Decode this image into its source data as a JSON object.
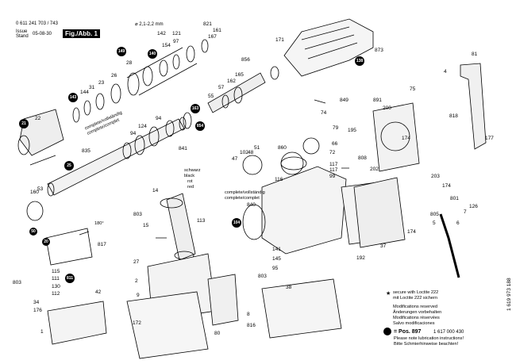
{
  "header": {
    "part_number": "0 611 241 703 / 743",
    "issue_label": "Issue",
    "stand_label": "Stand",
    "date": "05-08-30",
    "figure_label": "Fig./Abb. 1"
  },
  "clamp_range": "⌀ 2,1-2,2 mm",
  "labels": [
    {
      "id": "821",
      "text": "821"
    },
    {
      "id": "142",
      "text": "142"
    },
    {
      "id": "121",
      "text": "121"
    },
    {
      "id": "161",
      "text": "161"
    },
    {
      "id": "167",
      "text": "167"
    },
    {
      "id": "97",
      "text": "97"
    },
    {
      "id": "154",
      "text": "154"
    },
    {
      "id": "28",
      "text": "28"
    },
    {
      "id": "26",
      "text": "26"
    },
    {
      "id": "23",
      "text": "23"
    },
    {
      "id": "31",
      "text": "31"
    },
    {
      "id": "144",
      "text": "144"
    },
    {
      "id": "22",
      "text": "22"
    },
    {
      "id": "835",
      "text": "835"
    },
    {
      "id": "94a",
      "text": "94"
    },
    {
      "id": "124",
      "text": "124"
    },
    {
      "id": "94b",
      "text": "94"
    },
    {
      "id": "856",
      "text": "856"
    },
    {
      "id": "165",
      "text": "165"
    },
    {
      "id": "162",
      "text": "162"
    },
    {
      "id": "57",
      "text": "57"
    },
    {
      "id": "55",
      "text": "55"
    },
    {
      "id": "841",
      "text": "841"
    },
    {
      "id": "171",
      "text": "171"
    },
    {
      "id": "873",
      "text": "873"
    },
    {
      "id": "849",
      "text": "849"
    },
    {
      "id": "74",
      "text": "74"
    },
    {
      "id": "79",
      "text": "79"
    },
    {
      "id": "81",
      "text": "81"
    },
    {
      "id": "4",
      "text": "4"
    },
    {
      "id": "75",
      "text": "75"
    },
    {
      "id": "891",
      "text": "891"
    },
    {
      "id": "200",
      "text": "200"
    },
    {
      "id": "818",
      "text": "818"
    },
    {
      "id": "195",
      "text": "195"
    },
    {
      "id": "808",
      "text": "808"
    },
    {
      "id": "174a",
      "text": "174"
    },
    {
      "id": "177",
      "text": "177"
    },
    {
      "id": "51",
      "text": "51"
    },
    {
      "id": "48",
      "text": "48"
    },
    {
      "id": "47",
      "text": "47"
    },
    {
      "id": "102",
      "text": "102"
    },
    {
      "id": "860",
      "text": "860"
    },
    {
      "id": "66",
      "text": "66"
    },
    {
      "id": "72",
      "text": "72"
    },
    {
      "id": "116",
      "text": "116"
    },
    {
      "id": "117a",
      "text": "117"
    },
    {
      "id": "117b",
      "text": "117"
    },
    {
      "id": "99",
      "text": "99"
    },
    {
      "id": "202",
      "text": "202"
    },
    {
      "id": "203",
      "text": "203"
    },
    {
      "id": "174b",
      "text": "174"
    },
    {
      "id": "160",
      "text": "160"
    },
    {
      "id": "53",
      "text": "53"
    },
    {
      "id": "14",
      "text": "14"
    },
    {
      "id": "803a",
      "text": "803"
    },
    {
      "id": "15",
      "text": "15"
    },
    {
      "id": "113",
      "text": "113"
    },
    {
      "id": "840",
      "text": "840"
    },
    {
      "id": "801",
      "text": "801"
    },
    {
      "id": "805",
      "text": "805"
    },
    {
      "id": "7",
      "text": "7"
    },
    {
      "id": "126",
      "text": "126"
    },
    {
      "id": "5",
      "text": "5"
    },
    {
      "id": "6",
      "text": "6"
    },
    {
      "id": "174c",
      "text": "174"
    },
    {
      "id": "817",
      "text": "817"
    },
    {
      "id": "27",
      "text": "27"
    },
    {
      "id": "2",
      "text": "2"
    },
    {
      "id": "141",
      "text": "141"
    },
    {
      "id": "145",
      "text": "145"
    },
    {
      "id": "95",
      "text": "95"
    },
    {
      "id": "803b",
      "text": "803"
    },
    {
      "id": "192",
      "text": "192"
    },
    {
      "id": "37",
      "text": "37"
    },
    {
      "id": "803c",
      "text": "803"
    },
    {
      "id": "115",
      "text": "115"
    },
    {
      "id": "111",
      "text": "111"
    },
    {
      "id": "130",
      "text": "130"
    },
    {
      "id": "112",
      "text": "112"
    },
    {
      "id": "42",
      "text": "42"
    },
    {
      "id": "9",
      "text": "9"
    },
    {
      "id": "34",
      "text": "34"
    },
    {
      "id": "176",
      "text": "176"
    },
    {
      "id": "1",
      "text": "1"
    },
    {
      "id": "172",
      "text": "172"
    },
    {
      "id": "38",
      "text": "38"
    },
    {
      "id": "80",
      "text": "80"
    },
    {
      "id": "816",
      "text": "816"
    },
    {
      "id": "8",
      "text": "8"
    }
  ],
  "circled_labels": [
    {
      "id": "c149",
      "text": "149"
    },
    {
      "id": "c140",
      "text": "140"
    },
    {
      "id": "c143",
      "text": "143"
    },
    {
      "id": "c21",
      "text": "21"
    },
    {
      "id": "c25",
      "text": "25"
    },
    {
      "id": "c163",
      "text": "163"
    },
    {
      "id": "c854",
      "text": "854"
    },
    {
      "id": "c138",
      "text": "138"
    },
    {
      "id": "c104",
      "text": "104"
    },
    {
      "id": "c811",
      "text": "811"
    },
    {
      "id": "c50",
      "text": "50"
    },
    {
      "id": "c20",
      "text": "20"
    }
  ],
  "annotations": {
    "schwarz_black": "schwarz\nblack",
    "rot_red": "rot\nred",
    "complete_840": "complete/vollständig\ncomplete/complet",
    "complete_835": "complete/vollständig\ncomplete/complet",
    "angle": "180°",
    "legend_symbol": "★",
    "legend_text": "secure with Loctite 222\nmit Loctite 222 sichern",
    "modifications": "Modifications reserved\nÄnderungen vorbehalten\nModifications réservées\nSalvo modificaciones",
    "pos_label": "= Pos.  897",
    "pos_number": "1 617 000 430",
    "lubrication": "Please note lubrication instructions!\nBitte Schmierhinweise beachten!",
    "doc_number": "1 619 973 188"
  }
}
